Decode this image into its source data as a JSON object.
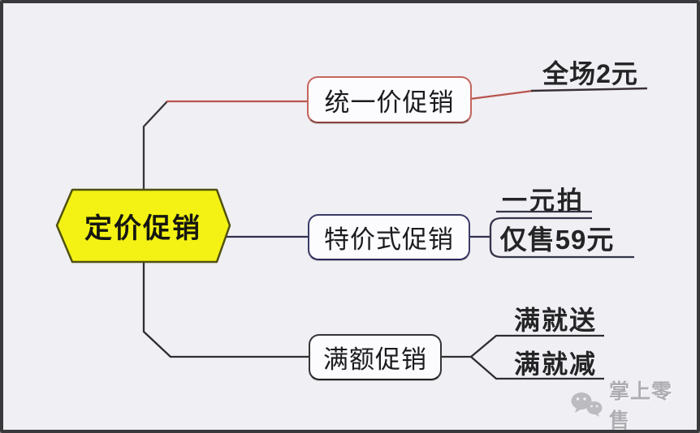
{
  "diagram": {
    "title_hint": "pricing promotion mind map",
    "root": {
      "label": "定价促销"
    },
    "branches": [
      {
        "name": "uniform-price-promotion",
        "node_label": "统一价促销",
        "children": [
          {
            "label": "全场2元"
          }
        ]
      },
      {
        "name": "special-price-promotion",
        "node_label": "特价式促销",
        "children": [
          {
            "label": "一元拍"
          },
          {
            "label": "仅售59元"
          }
        ]
      },
      {
        "name": "threshold-promotion",
        "node_label": "满额促销",
        "children": [
          {
            "label": "满就送"
          },
          {
            "label": "满就减"
          }
        ]
      }
    ]
  },
  "watermark": {
    "icon": "wechat-icon",
    "text": "掌上零售"
  },
  "colors": {
    "background": "#f0eff3",
    "frame_border": "#39393b",
    "root_fill": "#f3f214",
    "root_stroke": "#51510f",
    "branch_uniform_accent": "#b9544d",
    "branch_special_accent": "#3b3b68",
    "branch_threshold_accent": "#343436",
    "line_dark": "#39333b",
    "watermark_gray": "#aeadb3"
  }
}
